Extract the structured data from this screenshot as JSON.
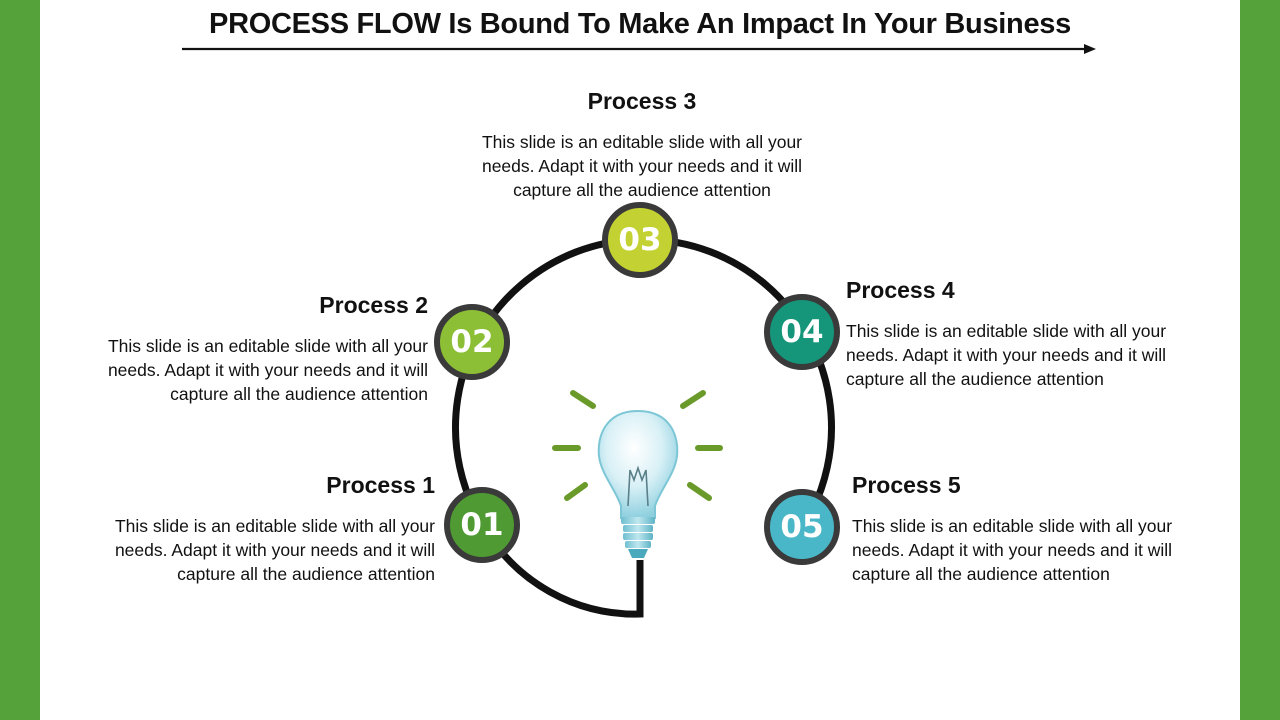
{
  "title": "PROCESS FLOW Is Bound To Make An Impact In Your Business",
  "colors": {
    "side_bars": "#55a23a",
    "ring": "#111111",
    "node_border": "#3a3a3a",
    "ray": "#6a9a2a",
    "p1": "#4f9a32",
    "p2": "#8cbf35",
    "p3": "#c3d232",
    "p4": "#15957a",
    "p5": "#4ab7c8"
  },
  "processes": [
    {
      "number": "01",
      "title": "Process 1",
      "lines": [
        "This slide is an editable slide with all your",
        "needs. Adapt it with your needs and it will",
        "capture all the audience attention"
      ]
    },
    {
      "number": "02",
      "title": "Process 2",
      "lines": [
        "This slide is an editable slide with all your",
        "needs. Adapt it with your needs and it will",
        "capture all the audience attention"
      ]
    },
    {
      "number": "03",
      "title": "Process 3",
      "lines": [
        "This slide is an editable slide with all your",
        "needs. Adapt it with your needs and it will",
        "capture all the audience attention"
      ]
    },
    {
      "number": "04",
      "title": "Process 4",
      "lines": [
        "This slide is an editable slide with all your",
        "needs. Adapt it with your needs and it will",
        "capture all the audience attention"
      ]
    },
    {
      "number": "05",
      "title": "Process 5",
      "lines": [
        "This slide is an editable slide with all your",
        "needs. Adapt it with your needs and it will",
        "capture all the audience attention"
      ]
    }
  ],
  "icons": {
    "center": "light-bulb-icon"
  }
}
